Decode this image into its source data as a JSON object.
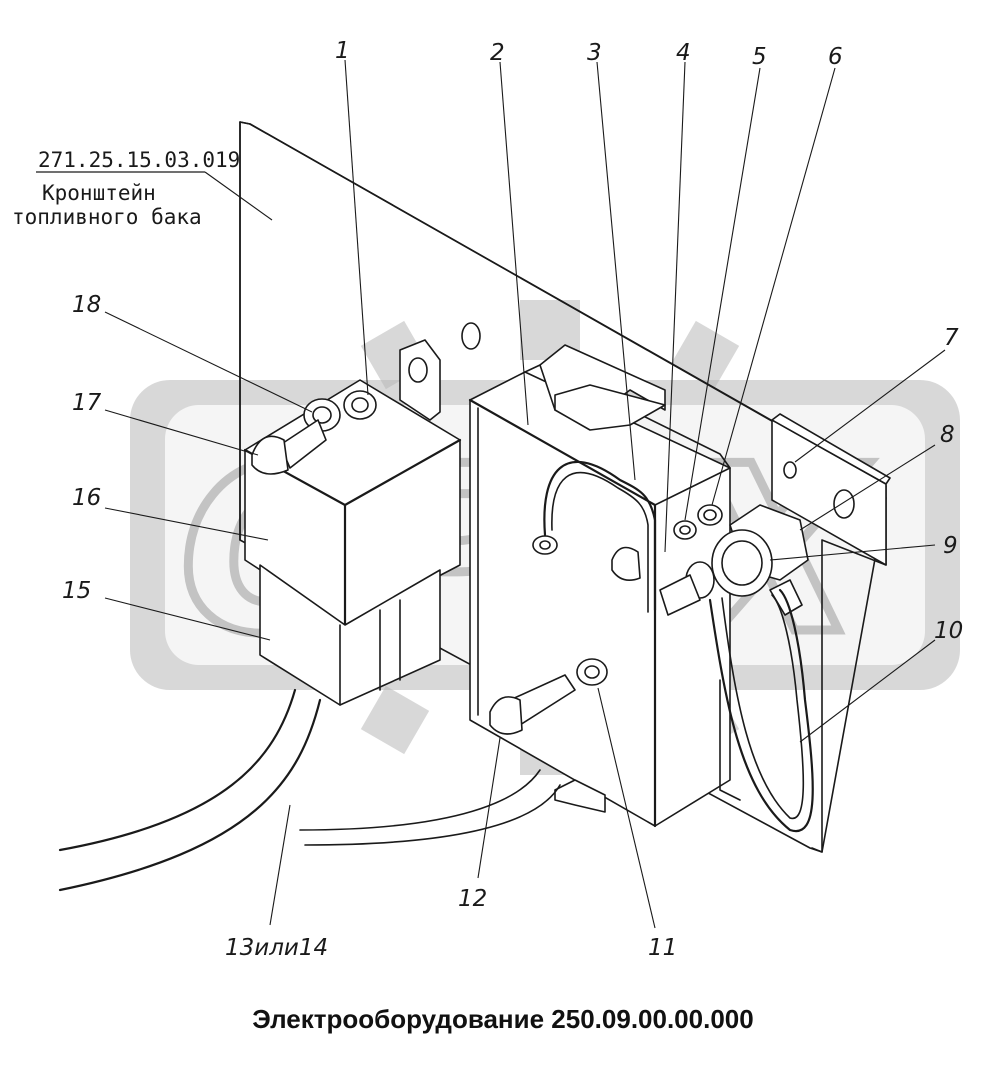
{
  "drawing": {
    "bracket_note": {
      "code": "271.25.15.03.019",
      "line1": "Кронштейн",
      "line2": "топливного бака"
    },
    "callouts": [
      "1",
      "2",
      "3",
      "4",
      "5",
      "6",
      "7",
      "8",
      "9",
      "10",
      "11",
      "12",
      "13или14",
      "15",
      "16",
      "17",
      "18"
    ],
    "watermark": "OPEX",
    "caption": "Электрооборудование 250.09.00.00.000"
  }
}
